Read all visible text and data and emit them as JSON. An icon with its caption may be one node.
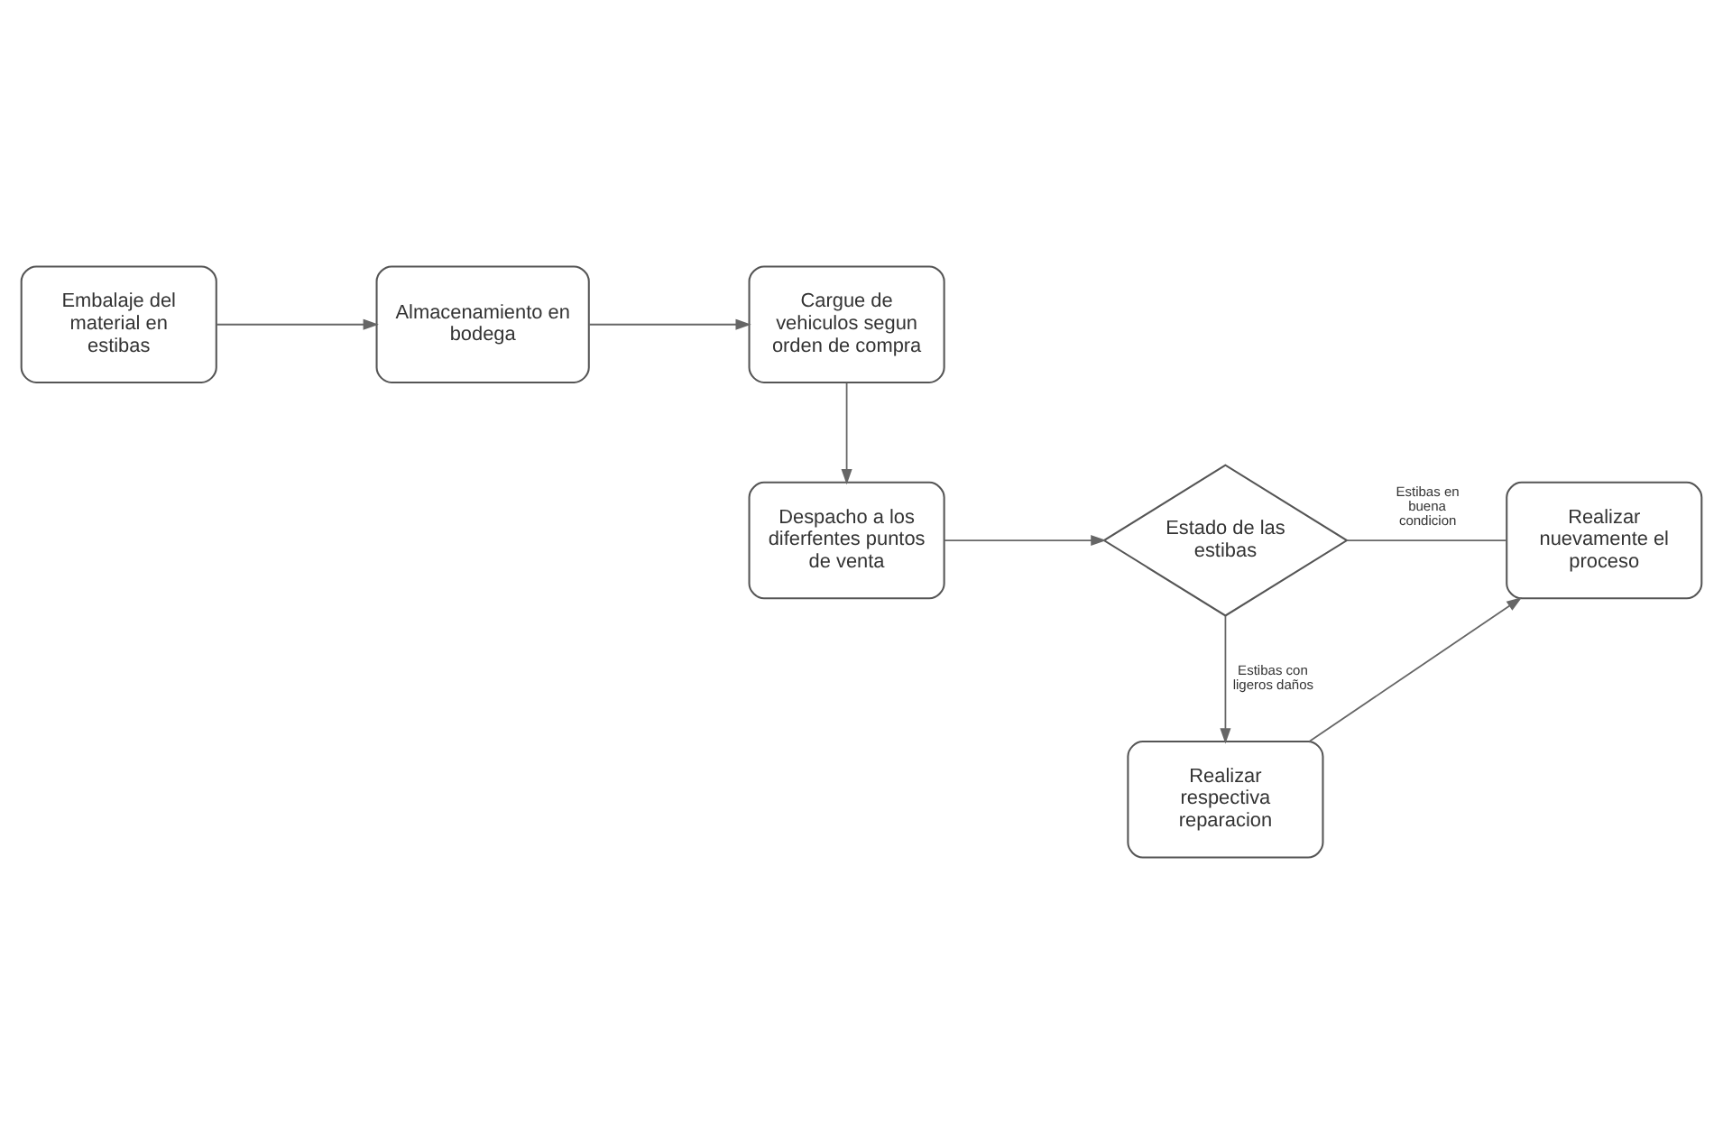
{
  "diagram": {
    "nodes": [
      {
        "text": [
          "Embalaje del material en estibas"
        ]
      },
      {
        "text": [
          "Almacenamiento en bodega"
        ]
      },
      {
        "text": [
          "Cargue de vehiculos segun orden de compra"
        ]
      },
      {
        "text": [
          "Realizar nuevamente el proceso"
        ]
      },
      {
        "text": [
          "Estado de las estibas"
        ]
      },
      {
        "text": [
          "Despacho a los diferfentes puntos de venta"
        ]
      },
      {
        "text": [
          "Realizar respectiva reparacion"
        ]
      }
    ],
    "edges": [
      {
        "from": 0,
        "to": 1,
        "arrow": "to"
      },
      {
        "from": 1,
        "to": 2,
        "arrow": "to"
      },
      {
        "from": 2,
        "to": 5,
        "arrow": "to"
      },
      {
        "from": 5,
        "to": 4,
        "arrow": "to"
      },
      {
        "from": 4,
        "to": 3,
        "arrow": "none",
        "label": "Estibas en buena condicion"
      },
      {
        "from": 4,
        "to": 6,
        "arrow": "to",
        "label": "Estibas con ligeros daños"
      },
      {
        "from": 6,
        "to": 3,
        "arrow": "to"
      }
    ]
  }
}
